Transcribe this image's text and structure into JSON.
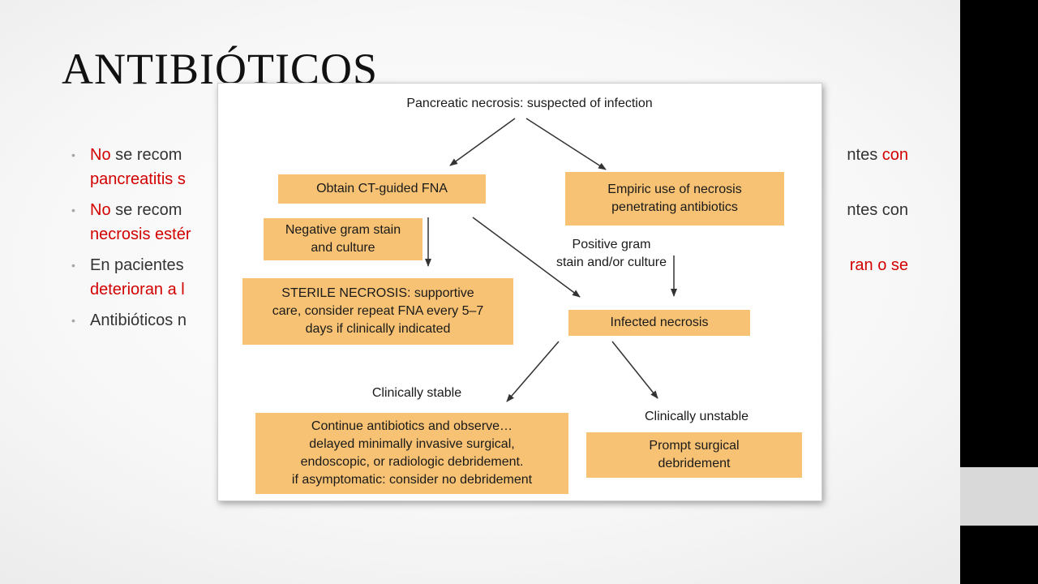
{
  "slide": {
    "title": "ANTIBIÓTICOS",
    "bullets": [
      {
        "parts": [
          {
            "text": "No",
            "red": true
          },
          {
            "text": " se recom",
            "red": false
          },
          {
            "text": "ntes ",
            "red": false
          },
          {
            "text": "con",
            "red": true
          }
        ],
        "line2": [
          {
            "text": "pancreatitis s",
            "red": true
          }
        ]
      },
      {
        "parts": [
          {
            "text": "No",
            "red": true
          },
          {
            "text": " se recom",
            "red": false
          },
          {
            "text": "ntes con",
            "red": false
          }
        ],
        "line2": [
          {
            "text": "necrosis estér",
            "red": true
          }
        ]
      },
      {
        "parts": [
          {
            "text": "En pacientes",
            "red": false
          },
          {
            "text": "ran o se",
            "red": true
          }
        ],
        "line2": [
          {
            "text": "deterioran a l",
            "red": true
          }
        ]
      },
      {
        "parts": [
          {
            "text": "Antibióticos n",
            "red": false
          }
        ]
      }
    ]
  },
  "flowchart": {
    "root": "Pancreatic necrosis: suspected of infection",
    "fna": "Obtain CT-guided FNA",
    "empiric": "Empiric use of  necrosis\npenetrating antibiotics",
    "negative": "Negative gram stain\nand culture",
    "positive": "Positive gram\nstain and/or culture",
    "sterile": "STERILE NECROSIS: supportive\ncare, consider repeat FNA every 5–7\ndays if clinically indicated",
    "infected": "Infected necrosis",
    "stable": "Clinically stable",
    "unstable": "Clinically unstable",
    "continue": "Continue antibiotics and observe…\ndelayed minimally invasive surgical,\nendoscopic, or radiologic debridement.\nif asymptomatic: consider no debridement",
    "prompt": "Prompt surgical\ndebridement",
    "box_color": "#f7c273"
  }
}
